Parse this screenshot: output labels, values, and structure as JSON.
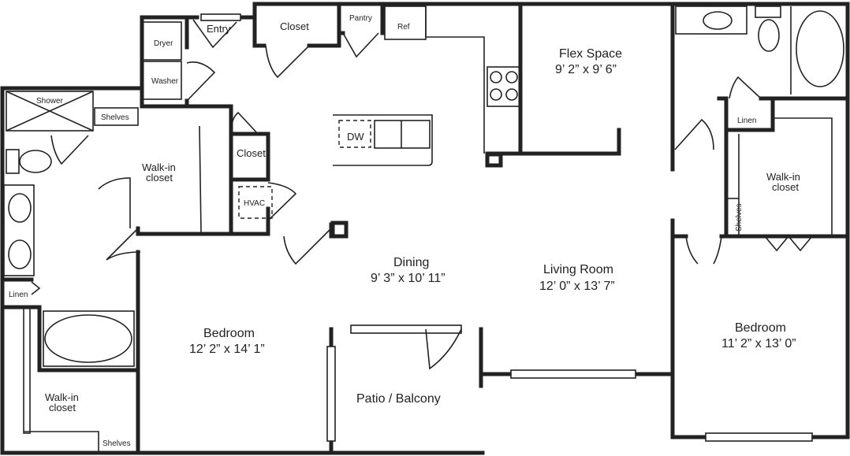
{
  "rooms": {
    "entry": "Entry",
    "closet_top": "Closet",
    "pantry": "Pantry",
    "ref": "Ref",
    "dryer": "Dryer",
    "washer": "Washer",
    "shower": "Shower",
    "shelves_left_top": "Shelves",
    "walkin_left_top": [
      "Walk-in",
      "closet"
    ],
    "closet_mid": "Closet",
    "hvac": "HVAC",
    "dw": "DW",
    "flex": {
      "name": "Flex Space",
      "dims": "9’ 2” x 9’ 6”"
    },
    "linen_right": "Linen",
    "walkin_right": [
      "Walk-in",
      "closet"
    ],
    "shelves_right": "Shelves",
    "dining": {
      "name": "Dining",
      "dims": "9’ 3” x 10’ 11”"
    },
    "living": {
      "name": "Living Room",
      "dims": "12’ 0” x 13’ 7”"
    },
    "linen_left": "Linen",
    "bedroom_left": {
      "name": "Bedroom",
      "dims": "12’ 2” x 14’ 1”"
    },
    "bedroom_right": {
      "name": "Bedroom",
      "dims": "11’ 2” x 13’ 0”"
    },
    "patio": "Patio / Balcony",
    "walkin_left_bottom": [
      "Walk-in",
      "closet"
    ],
    "shelves_left_bottom": "Shelves"
  }
}
